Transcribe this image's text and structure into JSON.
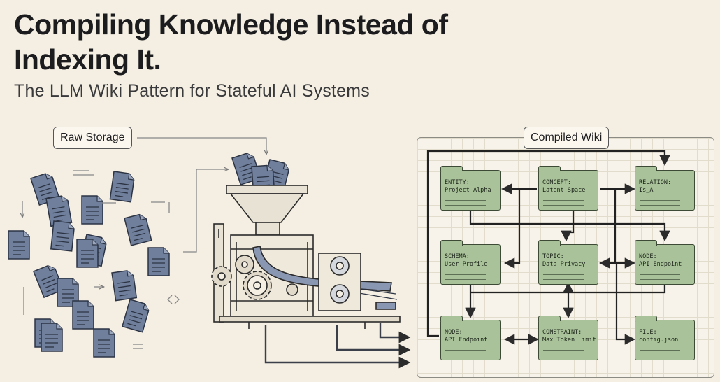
{
  "header": {
    "title": "Compiling Knowledge Instead of Indexing It.",
    "subtitle": "The LLM Wiki Pattern for Stateful AI Systems"
  },
  "labels": {
    "raw_storage": "Raw Storage",
    "compiled_wiki": "Compiled Wiki"
  },
  "colors": {
    "background": "#f5efe3",
    "document": "#6f7f9c",
    "folder": "#a9c29a",
    "line": "#2b2b2b"
  },
  "nodes": [
    {
      "type": "ENTITY:",
      "name": "Project Alpha"
    },
    {
      "type": "CONCEPT:",
      "name": "Latent Space"
    },
    {
      "type": "RELATION:",
      "name": "Is_A"
    },
    {
      "type": "SCHEMA:",
      "name": "User Profile"
    },
    {
      "type": "TOPIC:",
      "name": "Data Privacy"
    },
    {
      "type": "NODE:",
      "name": "API Endpoint"
    },
    {
      "type": "NODE:",
      "name": "API Endpoint"
    },
    {
      "type": "CONSTRAINT:",
      "name": "Max Token Limit"
    },
    {
      "type": "FILE:",
      "name": "config.json"
    }
  ]
}
